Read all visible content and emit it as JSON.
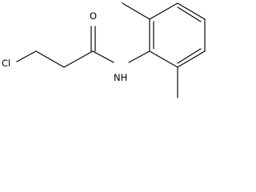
{
  "molecule": {
    "atom_labels": {
      "chlorine": "Cl",
      "nitrogen_h": "NH",
      "oxygen": "O"
    },
    "colors": {
      "bond": "#000000",
      "label": "#000000",
      "background": "#ffffff"
    }
  }
}
